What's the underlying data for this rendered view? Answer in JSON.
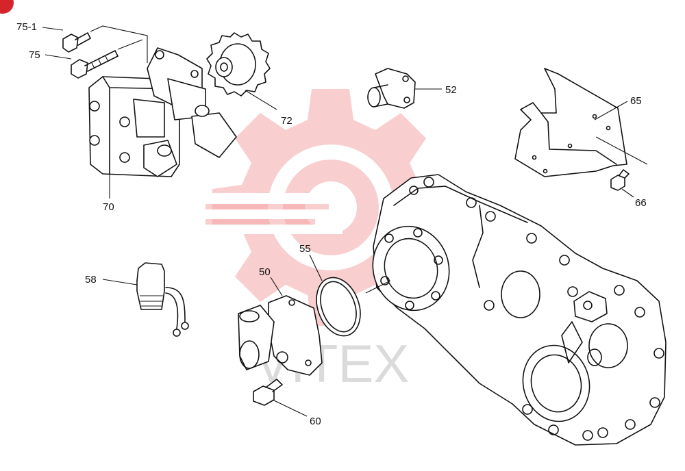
{
  "badge": {
    "color": "#d6242b"
  },
  "watermark": {
    "text": "VITEX",
    "color": "#f4a6a6"
  },
  "callouts": [
    {
      "id": "75-1",
      "label": "75-1"
    },
    {
      "id": "75",
      "label": "75"
    },
    {
      "id": "70",
      "label": "70"
    },
    {
      "id": "72",
      "label": "72"
    },
    {
      "id": "52",
      "label": "52"
    },
    {
      "id": "65",
      "label": "65"
    },
    {
      "id": "66",
      "label": "66"
    },
    {
      "id": "58",
      "label": "58"
    },
    {
      "id": "55",
      "label": "55"
    },
    {
      "id": "50",
      "label": "50"
    },
    {
      "id": "60",
      "label": "60"
    }
  ]
}
